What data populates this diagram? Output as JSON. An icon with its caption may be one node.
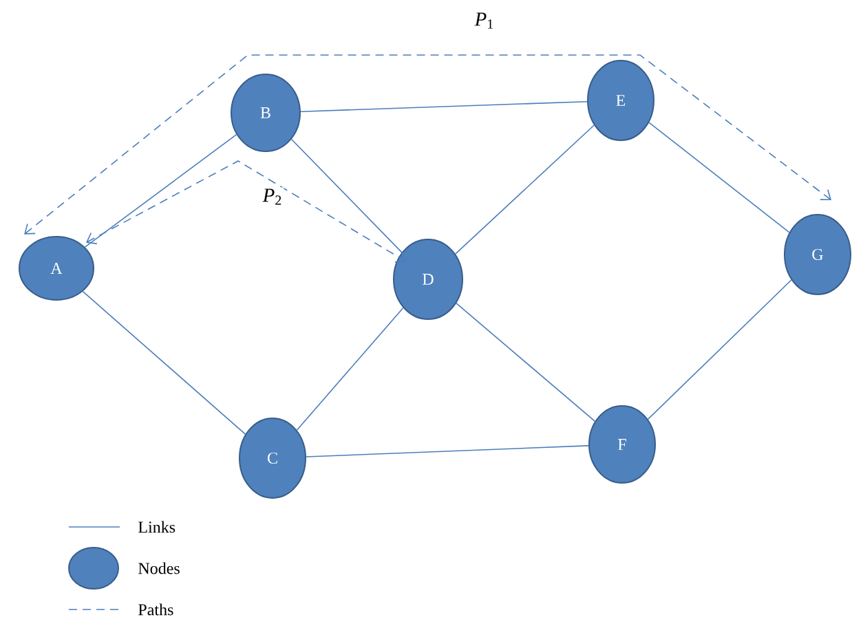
{
  "diagram": {
    "nodes": [
      {
        "text": [
          "A"
        ]
      },
      {
        "text": [
          "B"
        ]
      },
      {
        "text": [
          "C"
        ]
      },
      {
        "text": [
          "D"
        ]
      },
      {
        "text": [
          "E"
        ]
      },
      {
        "text": [
          "F"
        ]
      },
      {
        "text": [
          "G"
        ]
      }
    ],
    "edges": [
      {
        "from": 0,
        "to": 1,
        "arrow": "none"
      },
      {
        "from": 1,
        "to": 4,
        "arrow": "none"
      },
      {
        "from": 1,
        "to": 3,
        "arrow": "none"
      },
      {
        "from": 0,
        "to": 2,
        "arrow": "none"
      },
      {
        "from": 2,
        "to": 3,
        "arrow": "none"
      },
      {
        "from": 2,
        "to": 5,
        "arrow": "none"
      },
      {
        "from": 3,
        "to": 4,
        "arrow": "none"
      },
      {
        "from": 3,
        "to": 5,
        "arrow": "none"
      },
      {
        "from": 4,
        "to": 6,
        "arrow": "none"
      },
      {
        "from": 5,
        "to": 6,
        "arrow": "none"
      },
      {
        "from": 0,
        "to": 6,
        "arrow": "both",
        "style": "dashed",
        "label": "*P*$_{1}$"
      },
      {
        "from": 0,
        "to": 3,
        "arrow": "both",
        "style": "dashed",
        "label": "*P*$_{2}$"
      }
    ],
    "legend": [
      {
        "text": "Links"
      },
      {
        "text": "Nodes"
      },
      {
        "text": "Paths"
      }
    ]
  }
}
